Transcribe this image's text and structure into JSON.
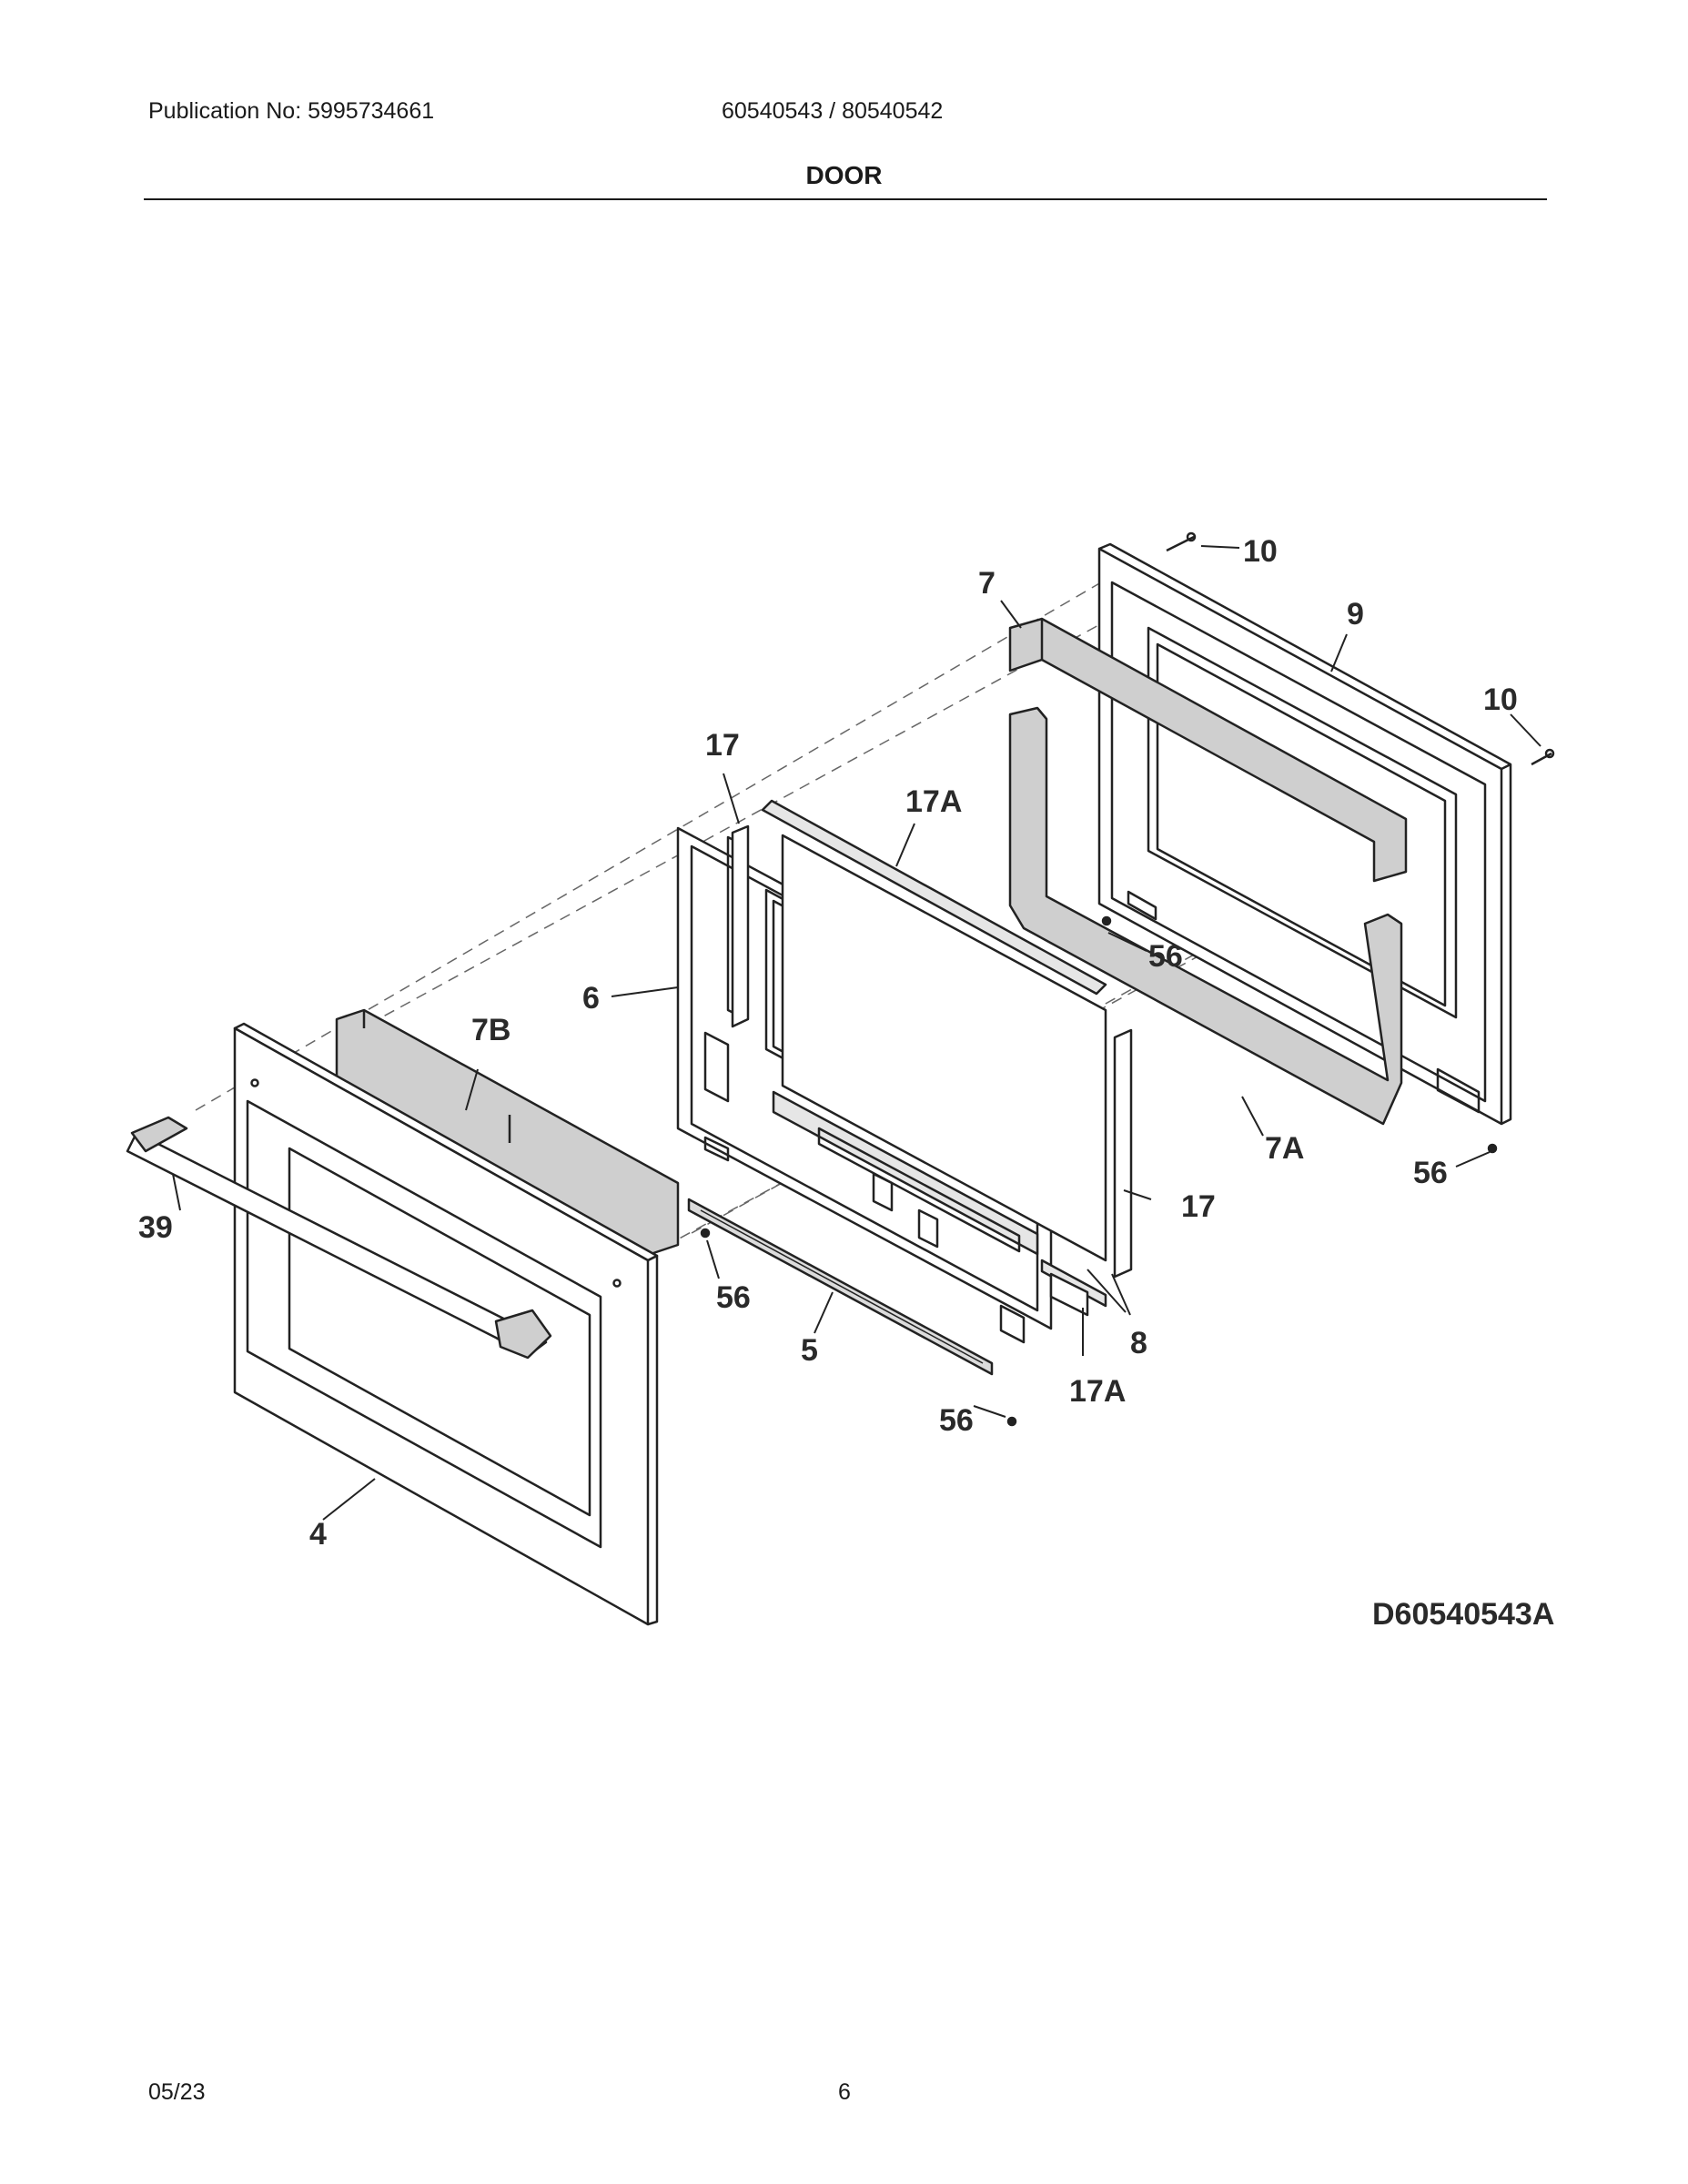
{
  "header": {
    "publication": "Publication No: 5995734661",
    "models": "60540543 / 80540542",
    "title": "DOOR"
  },
  "callouts": {
    "c10_top": "10",
    "c7": "7",
    "c9": "9",
    "c10_right": "10",
    "c17_top": "17",
    "c17A_top": "17A",
    "c56_upper": "56",
    "c6": "6",
    "c7B": "7B",
    "c7A": "7A",
    "c56_right": "56",
    "c17_right": "17",
    "c39": "39",
    "c56_mid": "56",
    "c5": "5",
    "c8": "8",
    "c17A_bottom": "17A",
    "c56_bottom": "56",
    "c4": "4"
  },
  "diagram_ref": "D60540543A",
  "footer": {
    "date": "05/23",
    "page": "6"
  }
}
